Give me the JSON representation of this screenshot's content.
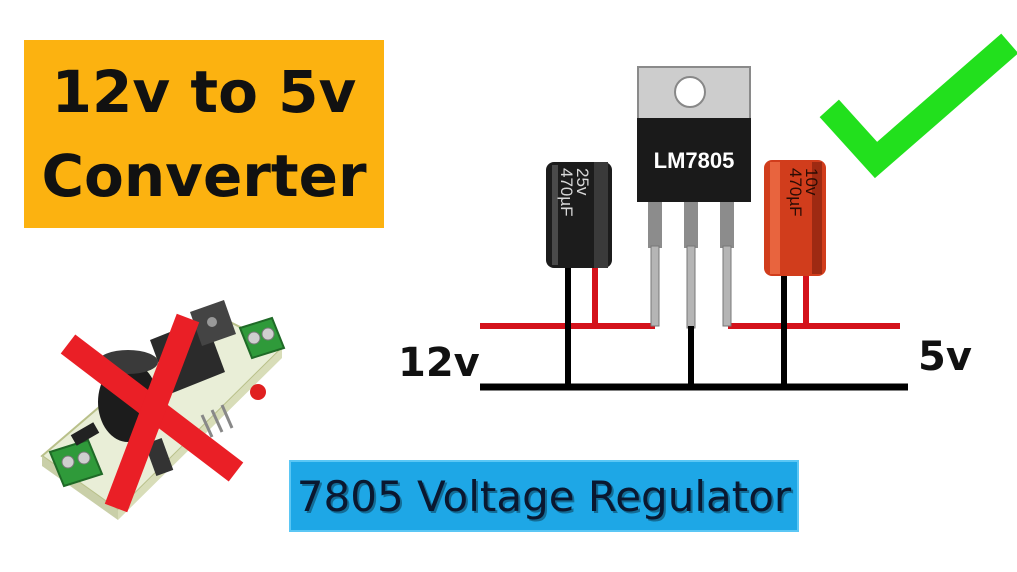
{
  "title": {
    "line1": "12v to 5v",
    "line2": "Converter"
  },
  "banner": {
    "text": "7805 Voltage Regulator"
  },
  "circuit": {
    "input_label": "12v",
    "output_label": "5v",
    "regulator_label": "LM7805",
    "cap_in": {
      "rating_voltage": "25v",
      "rating_capacitance": "470µF"
    },
    "cap_out": {
      "rating_capacitance": "470µF",
      "rating_voltage": "10v"
    }
  },
  "icons": {
    "approve": "check-mark-icon",
    "reject": "red-cross-icon"
  },
  "colors": {
    "title_bg": "#fcb210",
    "banner_bg": "#1ea7e6",
    "positive_wire": "#d4121b",
    "ground_wire": "#000000",
    "check": "#22e01d",
    "cross": "#ea1f26"
  }
}
